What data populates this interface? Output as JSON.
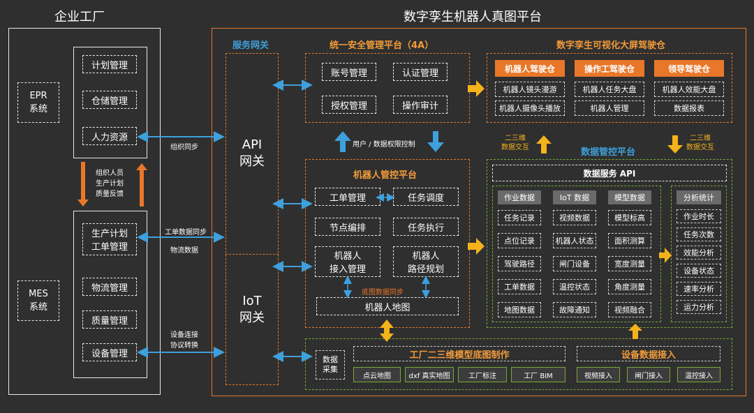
{
  "titles": {
    "enterprise_factory": "企业工厂",
    "platform": "数字孪生机器人真图平台"
  },
  "left": {
    "epr_system": "EPR\n系统",
    "mes_system": "MES\n系统",
    "epr_items": [
      "计划管理",
      "仓储管理",
      "人力资源"
    ],
    "mes_items": [
      "生产计划\n工单管理",
      "物流管理",
      "质量管理",
      "设备管理"
    ],
    "vertical_labels": [
      "组织人员",
      "生产计划",
      "质量反馈"
    ]
  },
  "links": {
    "org_sync": "组织同步",
    "work_order_sync": "工单数据同步",
    "logistics_data": "物流数据",
    "device_connect": "设备连接",
    "protocol_convert": "协议转换"
  },
  "gateway": {
    "title": "服务网关",
    "api": "API\n网关",
    "iot": "IoT\n网关"
  },
  "security": {
    "title": "统一安全管理平台（4A）",
    "items": [
      "账号管理",
      "认证管理",
      "授权管理",
      "操作审计"
    ],
    "perm_label": "用户 / 数据权限控制"
  },
  "cockpit": {
    "title": "数字孪生可视化大屏驾驶仓",
    "columns": [
      {
        "head": "机器人驾驶仓",
        "items": [
          "机器人镜头漫游",
          "机器人摄像头播放"
        ]
      },
      {
        "head": "操作工驾驶仓",
        "items": [
          "机器人任务大盘",
          "机器人管理"
        ]
      },
      {
        "head": "领导驾驶仓",
        "items": [
          "机器人效能大盘",
          "数据报表"
        ]
      }
    ],
    "interact_left": "二三维\n数据交互",
    "interact_right": "二三维\n数据交互"
  },
  "robot": {
    "title": "机器人管控平台",
    "work_order": "工单管理",
    "task_dispatch": "任务调度",
    "node_schedule": "节点编排",
    "task_exec": "任务执行",
    "robot_access": "机器人\n接入管理",
    "path_plan": "机器人\n路径规划",
    "map_sync": "底图数据同步",
    "robot_map": "机器人地图"
  },
  "data_ctrl": {
    "title": "数据管控平台",
    "api": "数据服务 API",
    "groups": [
      {
        "head": "作业数据",
        "items": [
          "任务记录",
          "点位记录",
          "驾驶路径",
          "工单数据",
          "地图数据"
        ]
      },
      {
        "head": "IoT 数据",
        "items": [
          "视频数据",
          "机器人状态",
          "闸门设备",
          "温控状态",
          "故障通知"
        ]
      },
      {
        "head": "模型数据",
        "items": [
          "模型标高",
          "面积测算",
          "宽度测量",
          "角度测量",
          "视频融合"
        ]
      }
    ],
    "stats_head": "分析统计",
    "stats_items": [
      "作业时长",
      "任务次数",
      "效能分析",
      "设备状态",
      "速率分析",
      "运力分析"
    ]
  },
  "bottom": {
    "collect": "数据\n采集",
    "model_title": "工厂二三维模型底图制作",
    "model_btns": [
      "点云地图",
      "dxf 真实地图",
      "工厂标注",
      "工厂 BIM"
    ],
    "device_title": "设备数据接入",
    "device_btns": [
      "视频接入",
      "闸门接入",
      "温控接入"
    ]
  },
  "colors": {
    "background": "#2f2f2f",
    "orange": "#e8772a",
    "blue": "#3ea0dc",
    "green": "#7aa83a",
    "arrow_yellow": "#f5b31b"
  }
}
